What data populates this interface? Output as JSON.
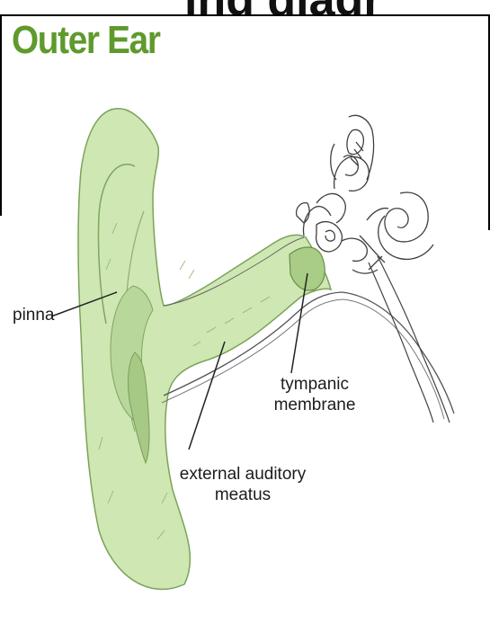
{
  "title": "Outer Ear",
  "top_strip_text": "ing diagr",
  "labels": {
    "pinna": "pinna",
    "tympanic_line1": "tympanic",
    "tympanic_line2": "membrane",
    "meatus_line1": "external auditory",
    "meatus_line2": "meatus"
  },
  "colors": {
    "title": "#5e9a2c",
    "ear_fill": "#cfe7b3",
    "outline": "#3f3f3f"
  }
}
